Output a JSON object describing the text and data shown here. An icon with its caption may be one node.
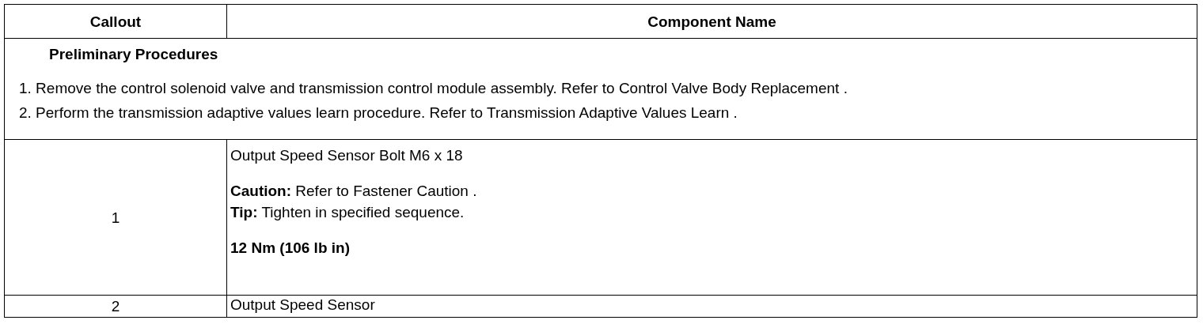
{
  "diagram": {
    "labels": [
      "Callout",
      "Component Name",
      "Preliminary Procedures",
      "1. Remove the control solenoid valve and transmission control module assembly. Refer to Control Valve Body Replacement .",
      "2. Perform the transmission adaptive values learn procedure. Refer to Transmission Adaptive Values Learn .",
      "1",
      "Output Speed Sensor Bolt M6 x 18",
      "**Caution:** Refer to Fastener Caution .",
      "**Tip:** Tighten in specified sequence.",
      "12 Nm (106 lb in)",
      "2",
      "Output Speed Sensor"
    ]
  }
}
